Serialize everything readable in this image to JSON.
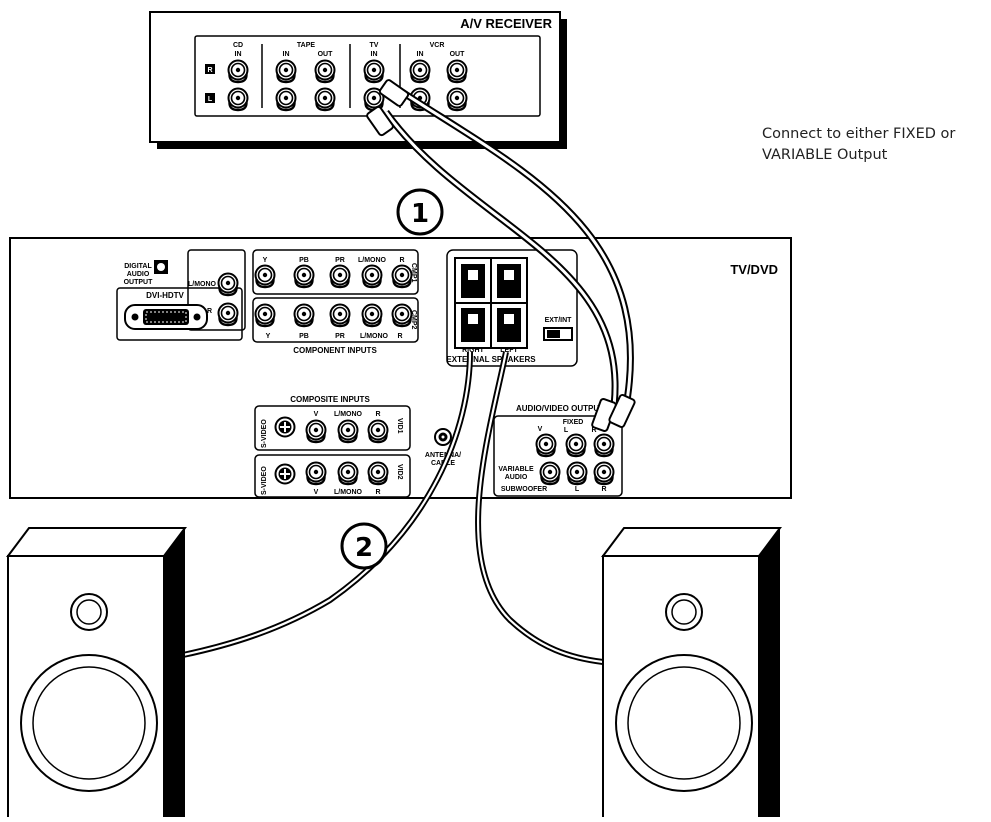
{
  "note": {
    "line1": "Connect to either FIXED or",
    "line2": "VARIABLE Output"
  },
  "receiver": {
    "title": "A/V RECEIVER",
    "groups": {
      "cd": "CD",
      "tape": "TAPE",
      "tv": "TV",
      "vcr": "VCR"
    },
    "ports": {
      "in": "IN",
      "out": "OUT"
    },
    "channels": {
      "r": "R",
      "l": "L"
    }
  },
  "steps": {
    "one": "1",
    "two": "2"
  },
  "tv": {
    "title": "TV/DVD",
    "digital_audio": {
      "line1": "DIGITAL",
      "line2": "AUDIO",
      "line3": "OUTPUT"
    },
    "dvi": "DVI-HDTV",
    "dvi_lmono": "L/MONO",
    "dvi_r": "R",
    "cmp1": "CMP1",
    "cmp2": "CMP2",
    "cmp_labels": {
      "y": "Y",
      "pb": "PB",
      "pr": "PR",
      "lmono": "L/MONO",
      "r": "R"
    },
    "component_inputs": "COMPONENT INPUTS",
    "speakers": {
      "right": "RIGHT",
      "left": "LEFT",
      "label": "EXTERNAL SPEAKERS",
      "switch": "EXT/INT"
    },
    "composite_inputs": "COMPOSITE INPUTS",
    "vid1": "VID1",
    "vid2": "VID2",
    "svideo": "S-VIDEO",
    "comp_labels": {
      "v": "V",
      "lmono": "L/MONO",
      "r": "R"
    },
    "antenna": {
      "line1": "ANTENNA/",
      "line2": "CABLE"
    },
    "av_output": "AUDIO/VIDEO OUTPUT",
    "av": {
      "v": "V",
      "fixed": "FIXED",
      "l": "L",
      "r": "R",
      "variable1": "VARIABLE",
      "variable2": "AUDIO",
      "subwoofer": "SUBWOOFER"
    }
  }
}
